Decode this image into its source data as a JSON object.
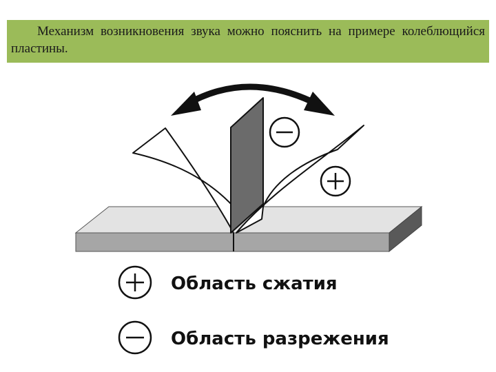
{
  "caption": {
    "text": "Механизм возникновения звука можно пояснить на примере колеблющийся пластины."
  },
  "legend": {
    "compression_symbol": "+",
    "compression_label": "Область сжатия",
    "rarefaction_symbol": "−",
    "rarefaction_label": "Область разрежения"
  },
  "colors": {
    "caption_background": "#9bbb59",
    "base_top": "#e3e3e3",
    "base_front": "#a6a6a6",
    "base_side": "#595959",
    "plate": "#6b6b6b"
  }
}
